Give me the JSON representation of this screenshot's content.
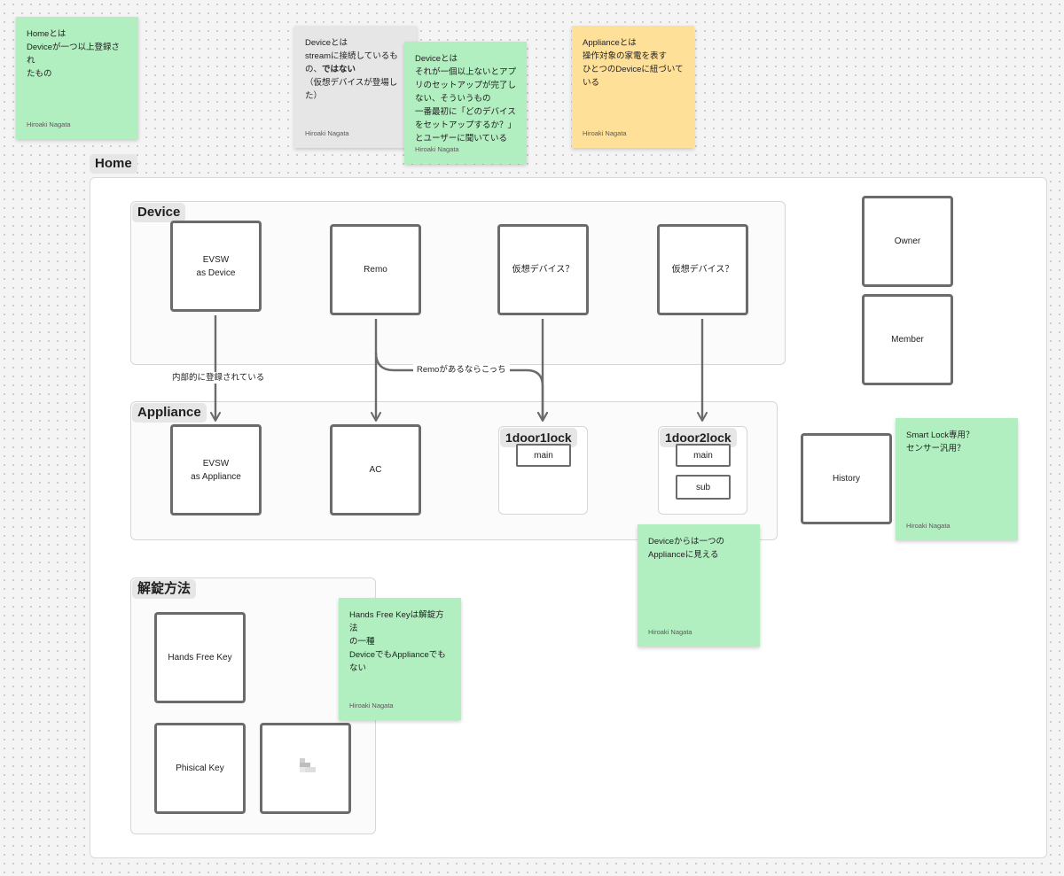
{
  "stickies": {
    "home_def": {
      "body": "Homeとは\nDeviceが一つ以上登録され\nたもの",
      "author": "Hiroaki Nagata"
    },
    "device_def_gray": {
      "line1": "Deviceとは",
      "line2": "streamに接続しているも",
      "line3_prefix": "の、",
      "line3_bold": "ではない",
      "line4": "（仮想デバイスが登場し",
      "line5": "た）",
      "author": "Hiroaki Nagata"
    },
    "device_def_green": {
      "body": "Deviceとは\nそれが一個以上ないとアプ\nリのセットアップが完了し\nない、そういうもの\n一番最初に「どのデバイス\nをセットアップするか？」\nとユーザーに聞いている",
      "author": "Hiroaki Nagata"
    },
    "appliance_def": {
      "body": "Applianceとは\n操作対象の家電を表す\nひとつのDeviceに紐づいて\nいる",
      "author": "Hiroaki Nagata"
    },
    "smartlock": {
      "body": "Smart Lock専用？\nセンサー汎用？",
      "author": "Hiroaki Nagata"
    },
    "device_view": {
      "body": "Deviceからは一つの\nApplianceに見える",
      "author": "Hiroaki Nagata"
    },
    "handsfree_note": {
      "body": "Hands Free Keyは解錠方法\nの一種\nDeviceでもApplianceでも\nない",
      "author": "Hiroaki Nagata"
    }
  },
  "sections": {
    "home": "Home",
    "device": "Device",
    "appliance": "Appliance",
    "unlock": "解錠方法"
  },
  "device_nodes": {
    "evsw": "EVSW\nas Device",
    "remo": "Remo",
    "virtual1": "仮想デバイス？",
    "virtual2": "仮想デバイス？"
  },
  "appliance_nodes": {
    "evsw": "EVSW\nas Appliance",
    "ac": "AC",
    "lock1": {
      "title": "1door1lock",
      "main": "main"
    },
    "lock2": {
      "title": "1door2lock",
      "main": "main",
      "sub": "sub"
    }
  },
  "side_nodes": {
    "owner": "Owner",
    "member": "Member",
    "history": "History"
  },
  "unlock_nodes": {
    "handsfree": "Hands Free Key",
    "physical": "Phisical Key"
  },
  "edge_labels": {
    "registered": "内部的に登録されている",
    "remo_route": "Remoがあるならこっち"
  },
  "colors": {
    "sticky_green": "#b2efc0",
    "sticky_gray": "#e6e6e6",
    "sticky_yellow": "#ffe099",
    "connector": "#6b6b6b"
  }
}
